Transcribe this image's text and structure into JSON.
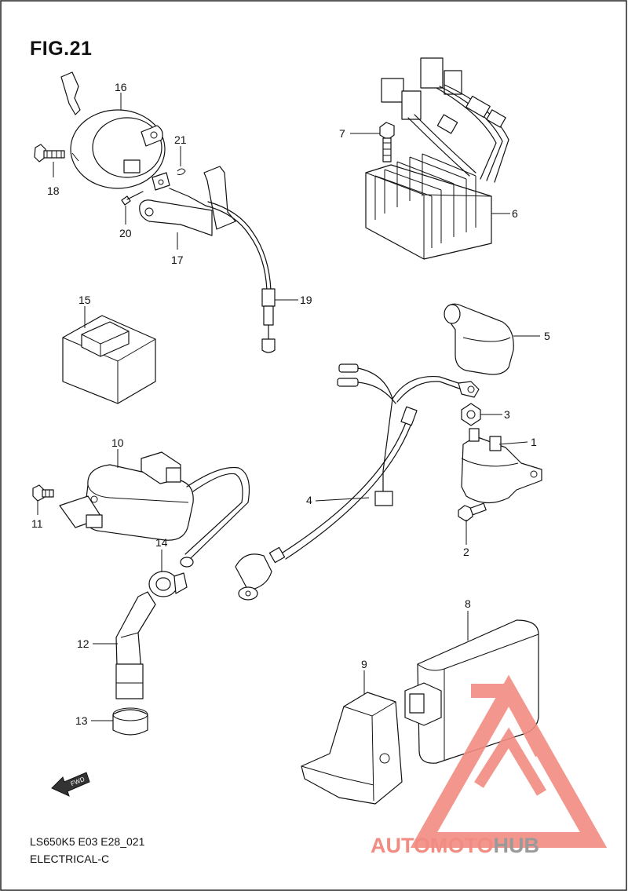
{
  "header": {
    "figure_title": "FIG.21"
  },
  "footer": {
    "model_code": "LS650K5 E03 E28_021",
    "section": "ELECTRICAL-C"
  },
  "fwd_label": "FWD",
  "watermark": {
    "brand_part1": "AUTOMOTO",
    "brand_part2": "HUB",
    "color_primary": "#f28c82",
    "color_secondary": "#9a9a9a"
  },
  "callouts": [
    "1",
    "2",
    "3",
    "4",
    "5",
    "6",
    "7",
    "8",
    "9",
    "10",
    "11",
    "12",
    "13",
    "14",
    "15",
    "16",
    "17",
    "18",
    "19",
    "20",
    "21"
  ]
}
